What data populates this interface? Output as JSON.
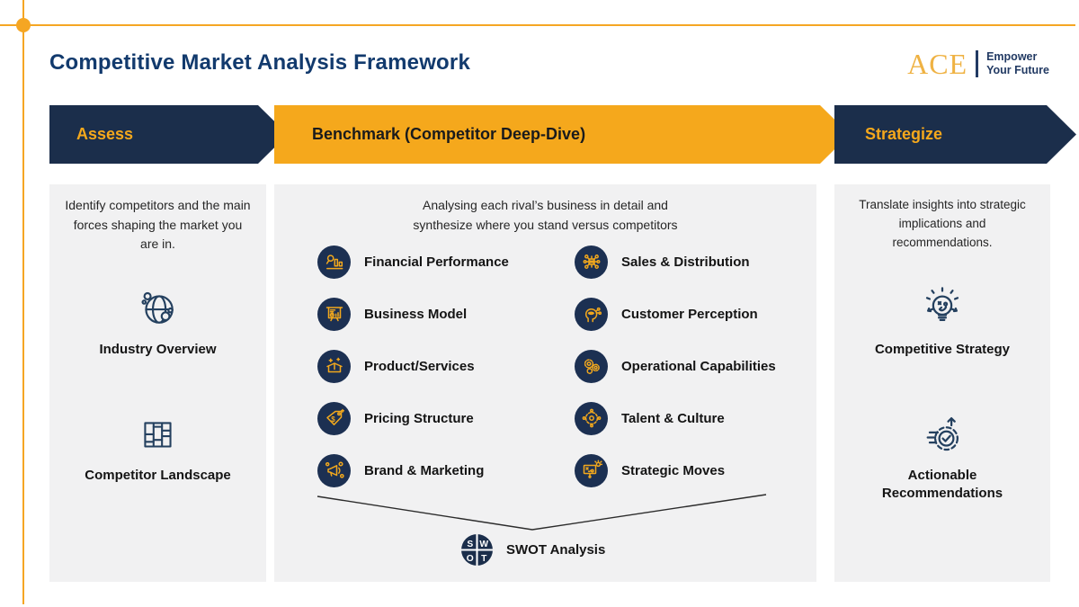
{
  "page": {
    "title": "Competitive Market Analysis Framework"
  },
  "logo": {
    "name": "ACE",
    "tagline": [
      "Empower",
      "Your Future"
    ]
  },
  "colors": {
    "navy": "#1B2E4B",
    "gold": "#F5A81C",
    "panel_bg": "#F1F1F2",
    "title_navy": "#123A6D",
    "logo_gold": "#EFB243",
    "accent_line": "#F5A623",
    "icon_circle_navy": "#1C3052",
    "glyph_gold": "#F2A81D"
  },
  "stages": [
    {
      "label": "Assess",
      "description": "Identify competitors and the main forces shaping the market you are in.",
      "items": [
        {
          "label": "Industry Overview",
          "icon": "globe-icon"
        },
        {
          "label": "Competitor Landscape",
          "icon": "treemap-icon"
        }
      ]
    },
    {
      "label": "Benchmark (Competitor Deep-Dive)",
      "description_lines": [
        "Analysing each rival’s business in detail and",
        "synthesize where you stand versus competitors"
      ],
      "items_left": [
        {
          "label": "Financial Performance",
          "icon": "financial-performance-icon"
        },
        {
          "label": "Business Model",
          "icon": "business-model-icon"
        },
        {
          "label": "Product/Services",
          "icon": "product-services-icon"
        },
        {
          "label": "Pricing Structure",
          "icon": "pricing-structure-icon"
        },
        {
          "label": "Brand & Marketing",
          "icon": "brand-marketing-icon"
        }
      ],
      "items_right": [
        {
          "label": "Sales & Distribution",
          "icon": "sales-distribution-icon"
        },
        {
          "label": "Customer Perception",
          "icon": "customer-perception-icon"
        },
        {
          "label": "Operational Capabilities",
          "icon": "operational-capabilities-icon"
        },
        {
          "label": "Talent & Culture",
          "icon": "talent-culture-icon"
        },
        {
          "label": "Strategic Moves",
          "icon": "strategic-moves-icon"
        }
      ],
      "footer_item": {
        "label": "SWOT Analysis",
        "letters": [
          "S",
          "W",
          "O",
          "T"
        ]
      }
    },
    {
      "label": "Strategize",
      "description": "Translate insights into strategic implications and recommendations.",
      "items": [
        {
          "label": "Competitive Strategy",
          "icon": "strategy-bulb-icon"
        },
        {
          "label": "Actionable Recommendations",
          "icon": "gear-check-icon"
        }
      ]
    }
  ]
}
